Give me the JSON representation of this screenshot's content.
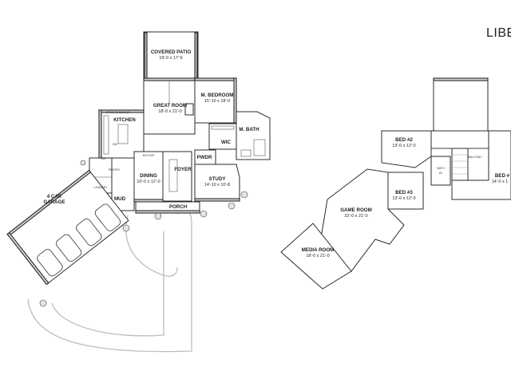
{
  "title_fragment": "LIBER",
  "main_floor": {
    "rooms": [
      {
        "key": "covered_patio",
        "label": "COVERED PATIO",
        "dims": "19'-0 x 17'-6"
      },
      {
        "key": "great_room",
        "label": "GREAT ROOM",
        "dims": "18'-0 x 21'-0"
      },
      {
        "key": "m_bedroom",
        "label": "M. BEDROOM",
        "dims": "15'-10 x 18'-0"
      },
      {
        "key": "kitchen",
        "label": "KITCHEN"
      },
      {
        "key": "wic",
        "label": "WIC"
      },
      {
        "key": "m_bath",
        "label": "M. BATH"
      },
      {
        "key": "pwdr",
        "label": "PWDR"
      },
      {
        "key": "dining",
        "label": "DINING",
        "dims": "10'-0 x 12'-0"
      },
      {
        "key": "foyer",
        "label": "FOYER"
      },
      {
        "key": "study",
        "label": "STUDY",
        "dims": "14'-10 x 10'-8"
      },
      {
        "key": "pantry",
        "label": "PANTRY"
      },
      {
        "key": "laundry",
        "label": "LAUNDRY"
      },
      {
        "key": "mud",
        "label": "MUD"
      },
      {
        "key": "porch",
        "label": "PORCH"
      },
      {
        "key": "garage_label",
        "label": "4 CAR"
      },
      {
        "key": "garage_label2",
        "label": "GARAGE"
      }
    ],
    "small_labels": [
      "BUTLER",
      "OPEN TO BELOW",
      "DW",
      "REF"
    ]
  },
  "upper_floor": {
    "rooms": [
      {
        "key": "bed2",
        "label": "BED #2",
        "dims": "13'-0 x 12'-0"
      },
      {
        "key": "bath2",
        "label": "BATH",
        "sub": "#2"
      },
      {
        "key": "bed3",
        "label": "BED #3",
        "dims": "13'-0 x 12'-0"
      },
      {
        "key": "bed4",
        "label": "BED #",
        "dims": "14'-0 x 1"
      },
      {
        "key": "game_room",
        "label": "GAME ROOM",
        "dims": "22'-0 x 21'-0"
      },
      {
        "key": "media_room",
        "label": "MEDIA ROOM",
        "dims": "18'-0 x 21'-0"
      }
    ],
    "small_labels": [
      "BALCONY"
    ]
  }
}
